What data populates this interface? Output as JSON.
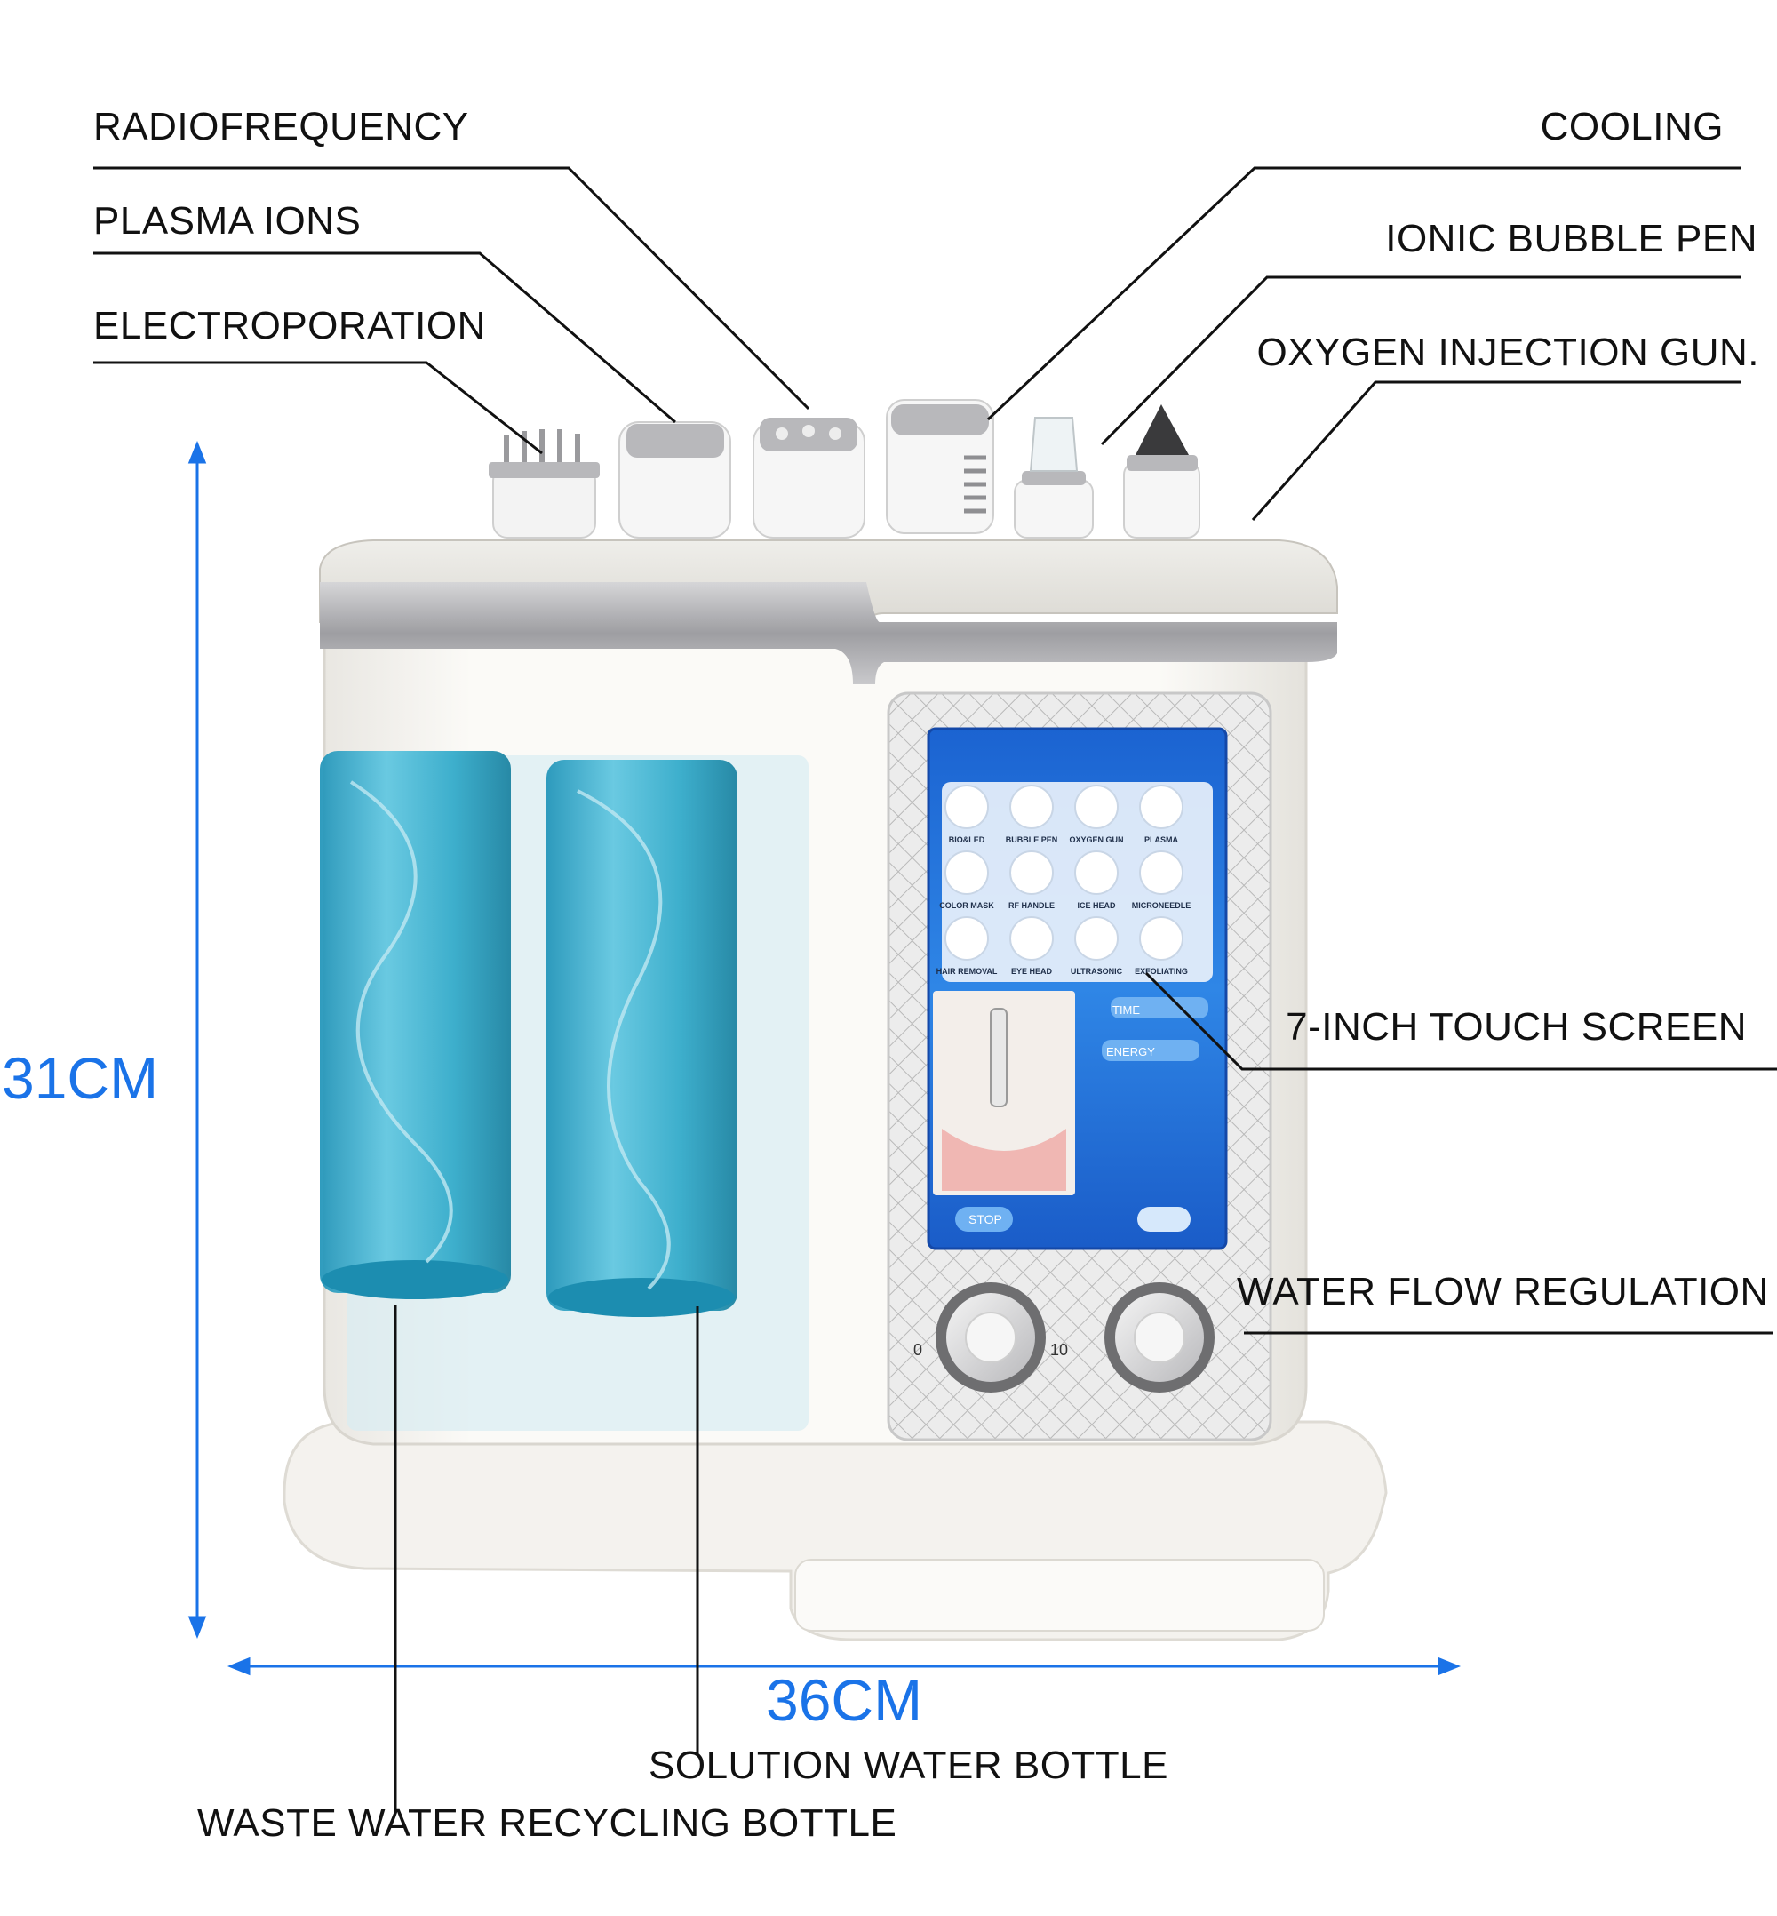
{
  "labels": {
    "radiofrequency": "RADIOFREQUENCY",
    "plasma_ions": "PLASMA IONS",
    "electroporation": "ELECTROPORATION",
    "cooling": "COOLING",
    "ionic_bubble_pen": "IONIC BUBBLE PEN",
    "oxygen_injection_gun": "OXYGEN INJECTION GUN.",
    "touch_screen": "7-INCH TOUCH SCREEN",
    "water_flow_regulation": "WATER FLOW REGULATION",
    "solution_water_bottle": "SOLUTION WATER BOTTLE",
    "waste_water_bottle": "WASTE WATER RECYCLING BOTTLE"
  },
  "dimensions": {
    "height": "31CM",
    "width": "36CM"
  },
  "screen": {
    "icons": [
      "BIO&LED",
      "BUBBLE PEN",
      "OXYGEN GUN",
      "PLASMA",
      "COLOR MASK",
      "RF HANDLE",
      "ICE HEAD",
      "MICRONEEDLE",
      "HAIR REMOVAL",
      "EYE HEAD",
      "ULTRASONIC",
      "EXFOLIATING"
    ],
    "time_label": "TIME",
    "energy_label": "ENERGY",
    "stop_label": "STOP"
  },
  "knob": {
    "min": "0",
    "max": "10"
  },
  "colors": {
    "dimension_blue": "#1a73e8",
    "bottle_blue": "#2fa9c9",
    "screen_blue": "#2f86e6",
    "chrome": "#a9a9ab"
  }
}
